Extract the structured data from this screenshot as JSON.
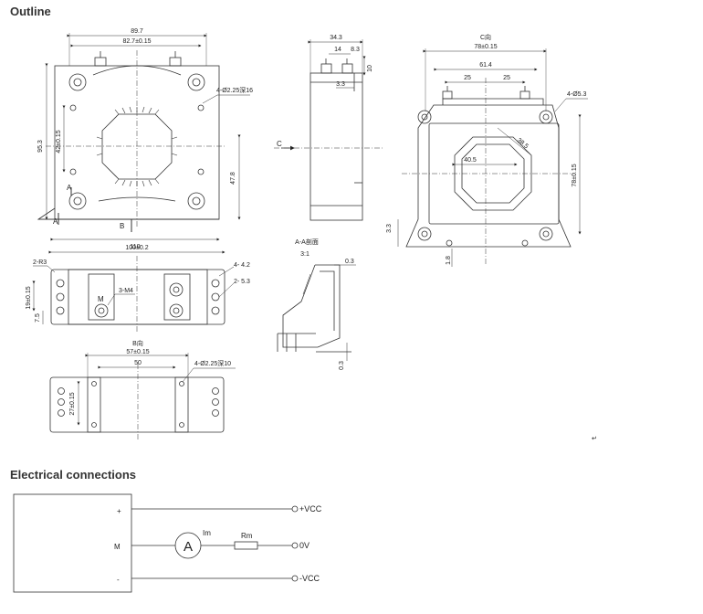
{
  "headings": {
    "outline": "Outline",
    "electrical": "Electrical connections"
  },
  "front_view": {
    "d_width_top": "89.7",
    "d_hole_pitch": "82.7±0.15",
    "d_height": "95.3",
    "d_hole_v": "42±0.15",
    "d_hole_spec": "4-Ø2.25深16",
    "d_right_h": "47.8",
    "d_base_width": "110",
    "marker_a1": "A",
    "marker_a2": "A",
    "marker_b": "B"
  },
  "side_view": {
    "d_width": "34.3",
    "d_14": "14",
    "d_8_3": "8.3",
    "d_10": "10",
    "d_3_3": "3.3",
    "marker_c": "C"
  },
  "c_view": {
    "title": "C向",
    "d_pitch": "78±0.15",
    "d_61_4": "61.4",
    "d_25a": "25",
    "d_25b": "25",
    "d_hole": "4-Ø5.3",
    "d_38_5": "38.5",
    "d_40_5": "40.5",
    "d_vert": "78±0.15",
    "d_3_3": "3.3",
    "d_1_8": "1.8"
  },
  "section_view": {
    "title": "A-A剖面",
    "scale": "3:1",
    "d_0_3a": "0.3",
    "d_0_3b": "0.3"
  },
  "bottom_view": {
    "d_width": "100±0.2",
    "d_r3": "2-R3",
    "d_4_2": "4- 4.2",
    "d_5_3": "2- 5.3",
    "d_m4": "3-M4",
    "d_19": "19±0.15",
    "d_7_5": "7.5",
    "marker_m": "M"
  },
  "b_view": {
    "title": "B向",
    "d_57": "57±0.15",
    "d_50": "50",
    "d_holes": "4-Ø2.25深10",
    "d_27": "27±0.15"
  },
  "misc": {
    "return_mark": "↵"
  },
  "circuit": {
    "pin_plus": "+",
    "pin_m": "M",
    "pin_minus": "-",
    "meter": "A",
    "im_label": "Im",
    "rm_label": "Rm",
    "out_vcc_plus": "+VCC",
    "out_0v": "0V",
    "out_vcc_minus": "-VCC"
  }
}
